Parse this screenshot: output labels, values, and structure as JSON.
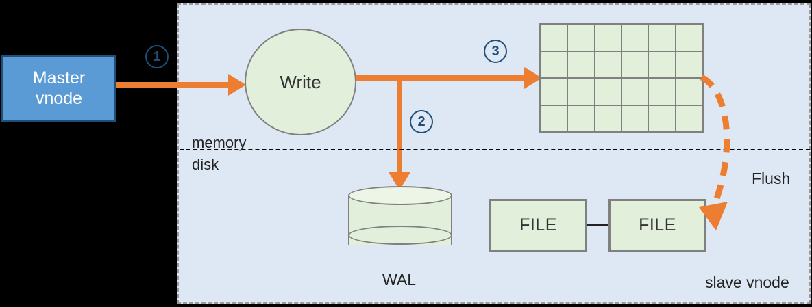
{
  "diagram": {
    "background_color": "#000000",
    "panel": {
      "name": "slave vnode region",
      "fill": "#DEE8F4",
      "border_style": "dashed",
      "border_color": "#9a9a9a",
      "label": "slave vnode"
    },
    "master_vnode": {
      "label": "Master\nvnode",
      "fill": "#5B9BD5",
      "border_color": "#1F4E79",
      "text_color": "#FFFFFF"
    },
    "write_node": {
      "label": "Write",
      "fill": "#E2EFDA",
      "border_color": "#808080"
    },
    "steps": [
      {
        "id": "1",
        "label": "1"
      },
      {
        "id": "2",
        "label": "2"
      },
      {
        "id": "3",
        "label": "3"
      }
    ],
    "memory_disk_divider": {
      "memory_label": "memory",
      "disk_label": "disk"
    },
    "memory_grid": {
      "columns": 6,
      "rows": 4,
      "cell_fill": "#E2EFDA",
      "line_color": "#808080"
    },
    "wal": {
      "label": "WAL",
      "fill": "#E2EFDA",
      "border_color": "#808080"
    },
    "files": [
      {
        "label": "FILE"
      },
      {
        "label": "FILE"
      }
    ],
    "flush": {
      "label": "Flush",
      "arrow_color": "#ED7D31",
      "arrow_style": "dashed-curve"
    },
    "arrow_color": "#ED7D31"
  }
}
